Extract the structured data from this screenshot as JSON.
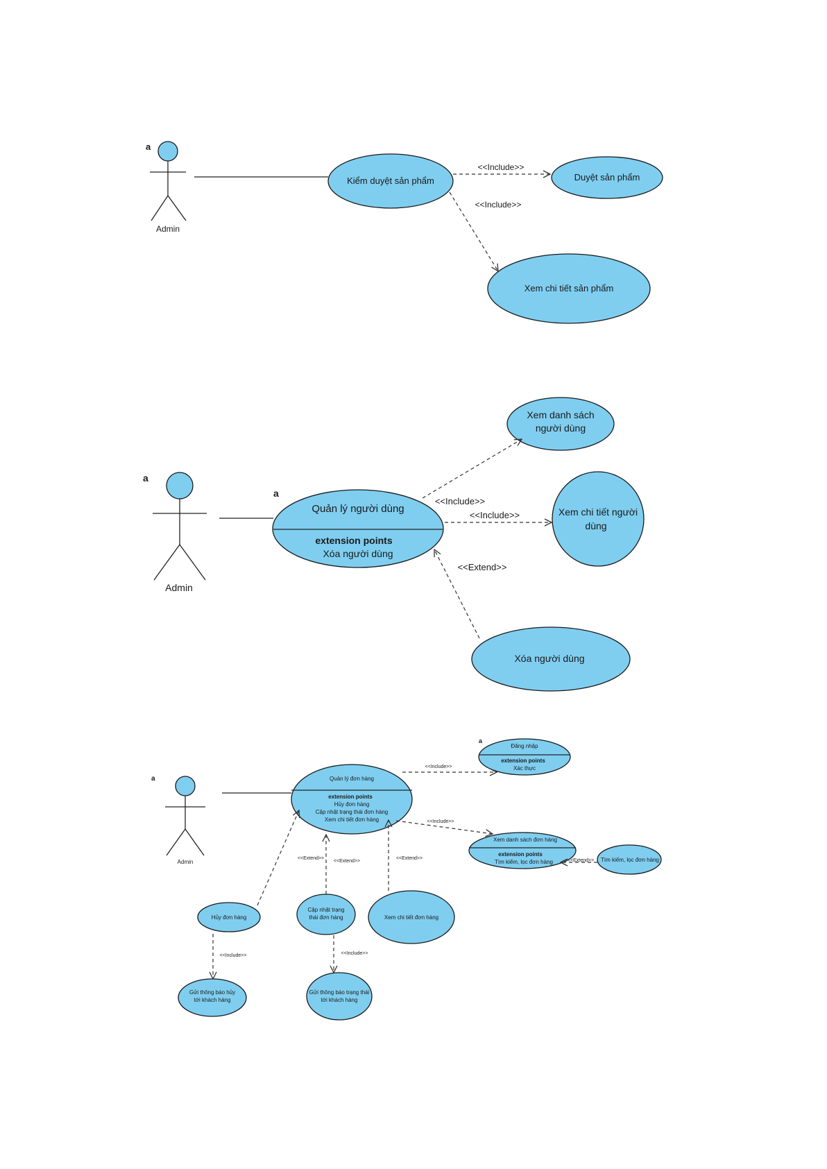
{
  "markers": {
    "note": "a"
  },
  "diagram1": {
    "actor": "Admin",
    "main": "Kiểm duyệt sản phẩm",
    "uc_duyet": "Duyệt sản phẩm",
    "uc_xem": "Xem chi tiết sản phẩm",
    "rel1": "<<Include>>",
    "rel2": "<<Include>>"
  },
  "diagram2": {
    "actor": "Admin",
    "main": "Quản lý người dùng",
    "ext_title": "extension points",
    "ext_point": "Xóa người dùng",
    "uc_list_l1": "Xem danh sách",
    "uc_list_l2": "người dùng",
    "uc_detail_l1": "Xem chi tiết người",
    "uc_detail_l2": "dùng",
    "uc_delete": "Xóa người dùng",
    "rel_include1": "<<Include>>",
    "rel_include2": "<<Include>>",
    "rel_extend": "<<Extend>>"
  },
  "diagram3": {
    "actor": "Admin",
    "main": "Quản lý đơn hàng",
    "ext_title": "extension points",
    "ext_points": [
      "Hủy đơn hàng",
      "Cập nhật trạng thái đơn hàng",
      "Xem chi tiết đơn hàng"
    ],
    "login": "Đăng nhập",
    "login_ext_title": "extension points",
    "login_ext_point": "Xác thực",
    "list": "Xem danh sách đơn hàng",
    "list_ext_title": "extension points",
    "list_ext_point": "Tìm kiếm, lọc đơn hàng",
    "search": "Tìm kiếm, lọc đơn hàng",
    "cancel": "Hủy đơn hàng",
    "update_l1": "Cập nhật trạng",
    "update_l2": "thái đơn hàng",
    "detail": "Xem chi tiết đơn hàng",
    "notify_cancel_l1": "Gửi thông báo hủy",
    "notify_cancel_l2": "tới khách hàng",
    "notify_status_l1": "Gửi thông báo trạng thái",
    "notify_status_l2": "tới khách hàng",
    "rel_include_login": "<<Include>>",
    "rel_include_list": "<<Include>>",
    "rel_extend_cancel": "<<Extend>>",
    "rel_extend_update": "<<Extend>>",
    "rel_extend_detail": "<<Extend>>",
    "rel_extend_search": "<<Extend>>",
    "rel_include_notify_cancel": "<<Include>>",
    "rel_include_notify_status": "<<Include>>"
  },
  "colors": {
    "usecase_fill": "#7fcef0",
    "stroke": "#1a1a1a",
    "background": "#ffffff"
  }
}
